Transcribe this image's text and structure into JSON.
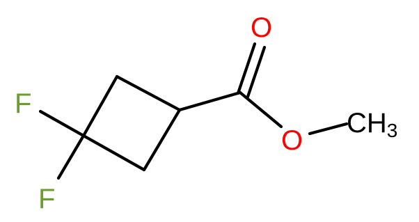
{
  "molecule": {
    "atoms": {
      "fluorine_top": {
        "symbol": "F",
        "color": "#6a9e2e"
      },
      "fluorine_bottom": {
        "symbol": "F",
        "color": "#6a9e2e"
      },
      "carbonyl_oxygen": {
        "symbol": "O",
        "color": "#ff0000"
      },
      "ester_oxygen": {
        "symbol": "O",
        "color": "#ff0000"
      },
      "methyl": {
        "symbol": "CH",
        "subscript": "3",
        "color": "#000000"
      }
    },
    "bond_color": "#000000"
  }
}
